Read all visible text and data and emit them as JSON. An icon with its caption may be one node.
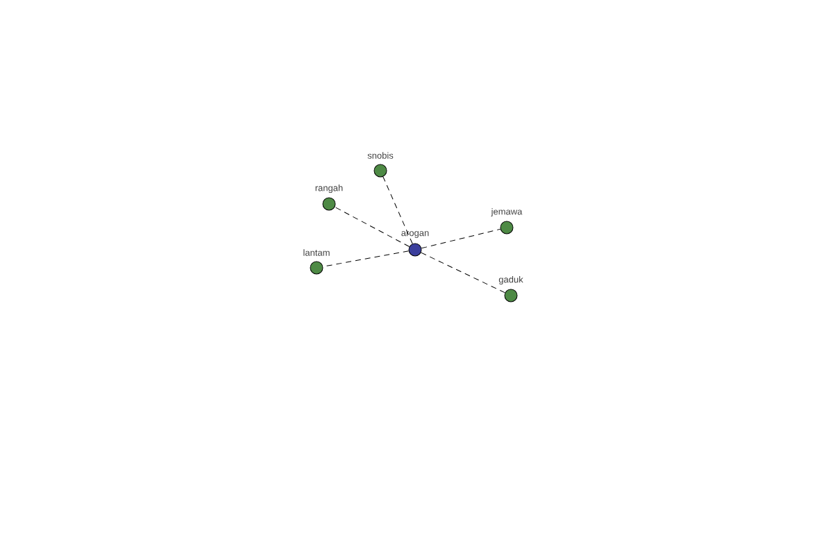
{
  "diagram": {
    "nodes": [
      {
        "text": [
          "arogan"
        ]
      },
      {
        "text": [
          "snobis"
        ]
      },
      {
        "text": [
          "rangah"
        ]
      },
      {
        "text": [
          "jemawa"
        ]
      },
      {
        "text": [
          "lantam"
        ]
      },
      {
        "text": [
          "gaduk"
        ]
      }
    ],
    "edges": [
      {
        "from": 0,
        "to": 1,
        "arrow": "none",
        "style": "dashed"
      },
      {
        "from": 0,
        "to": 2,
        "arrow": "none",
        "style": "dashed"
      },
      {
        "from": 0,
        "to": 3,
        "arrow": "none",
        "style": "dashed"
      },
      {
        "from": 0,
        "to": 4,
        "arrow": "none",
        "style": "dashed"
      },
      {
        "from": 0,
        "to": 5,
        "arrow": "none",
        "style": "dashed"
      }
    ]
  }
}
